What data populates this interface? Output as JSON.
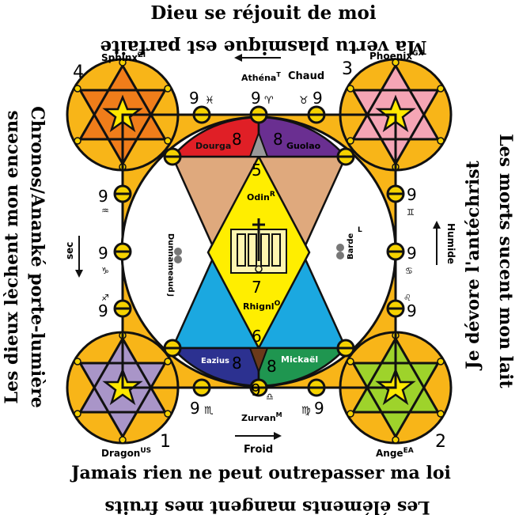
{
  "outer_texts": {
    "top_main": "Dieu se réjouit de moi",
    "top_inverted": "Ma vertu plasmique est parfaite",
    "bottom_main": "Jamais rien ne peut outrepasser ma loi",
    "bottom_inverted": "Les éléments mangent mes fruits",
    "left_outer": "Les dieux lèchent mon encens",
    "left_inner": "Chronos/Ananké porte-lumière",
    "right_outer": "Les morts sucent mon lait",
    "right_inner": "Je dévore l'antéchrist"
  },
  "corners": {
    "top_left": {
      "number": "4",
      "name": "Sphinx",
      "sup": "ZI"
    },
    "top_right": {
      "number": "3",
      "name": "Phoenix",
      "sup": "GX"
    },
    "bottom_left": {
      "number": "1",
      "name": "Dragon",
      "sup": "US"
    },
    "bottom_right": {
      "number": "2",
      "name": "Ange",
      "sup": "EA"
    }
  },
  "axes": {
    "top_name": "Athéna",
    "top_sup": "T",
    "top_quality": "Chaud",
    "bottom_name": "Zurvan",
    "bottom_sup": "M",
    "bottom_quality": "Froid",
    "left_quality": "sec",
    "right_quality": "Humide",
    "left_name": "Dunnameaud",
    "left_sup": "J",
    "right_name": "Barde",
    "right_sup": "L"
  },
  "segments": {
    "top_left": {
      "name": "Dourga",
      "number": "8"
    },
    "top_right": {
      "name": "Guolao",
      "number": "8"
    },
    "bottom_left": {
      "name": "Eazius",
      "number": "8"
    },
    "bottom_right": {
      "name": "Mickaël",
      "number": "8"
    }
  },
  "center": {
    "top_number": "5",
    "top_name": "Odin",
    "top_sup": "R",
    "bottom_number": "7",
    "bottom_name": "Rhignl",
    "bottom_sup": "O",
    "lower_number": "6"
  },
  "nines": {
    "value": "9",
    "signs": [
      "♓",
      "♈",
      "♉",
      "♒",
      "♊",
      "♑",
      "♋",
      "♐",
      "♌",
      "♏",
      "♎",
      "♍"
    ]
  },
  "colors": {
    "frame_orange": "#f8b518",
    "circle_yellow": "#f5d200",
    "sphinx_orange": "#f07d1a",
    "phoenix_pink": "#f5a5b5",
    "dragon_lilac": "#a995c8",
    "ange_green": "#9ed32b",
    "dourga_red": "#e01f26",
    "guolao_purple": "#6a2f91",
    "eazius_blue": "#2c3190",
    "mickael_green": "#1f9650",
    "tan": "#dfa97d",
    "cyan": "#1ba8e0",
    "center_yellow": "#ffee00"
  }
}
